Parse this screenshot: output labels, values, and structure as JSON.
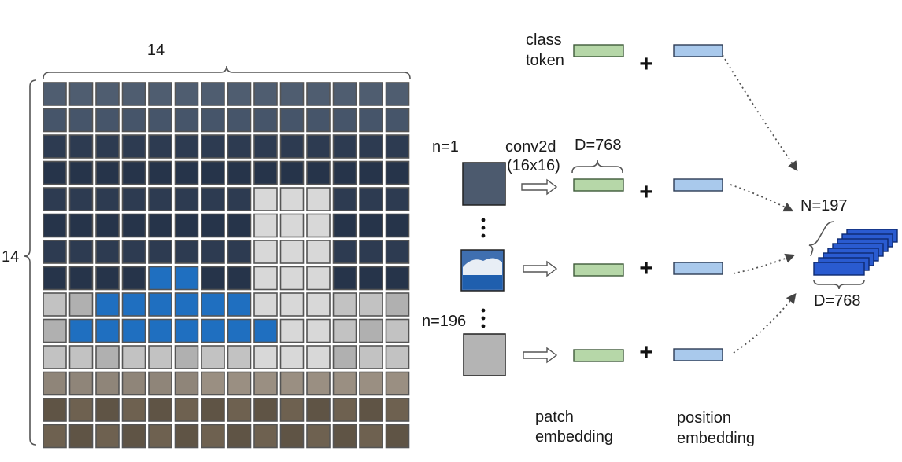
{
  "grid": {
    "cols_label": "14",
    "rows_label": "14",
    "rows": 14,
    "cols": 14
  },
  "patches": [
    {
      "index_label": "n=1",
      "fill": "#4c5a6e"
    },
    {
      "index_label": "",
      "fill": "#3f6fb0"
    },
    {
      "index_label": "n=196",
      "fill": "#b4b4b4"
    }
  ],
  "conv": {
    "line1": "conv2d",
    "line2": "(16x16)"
  },
  "dim_top": "D=768",
  "class_token": {
    "line1": "class",
    "line2": "token"
  },
  "output": {
    "n_label": "N=197",
    "d_label": "D=768"
  },
  "footer": {
    "patch_line1": "patch",
    "patch_line2": "embedding",
    "position_line1": "position",
    "position_line2": "embedding"
  },
  "plus_symbol": "+",
  "colors": {
    "patch_embedding": "#b6d7a8",
    "patch_embedding_stroke": "#3f5a3a",
    "position_embedding": "#a9c9ec",
    "position_embedding_stroke": "#2e3d55",
    "output_stack": "#2a5bd0",
    "sky_dark": "#2c3a52",
    "dome_blue": "#1f6fc0",
    "wall_light": "#c9c9c9",
    "ground_brown": "#6e6150"
  }
}
